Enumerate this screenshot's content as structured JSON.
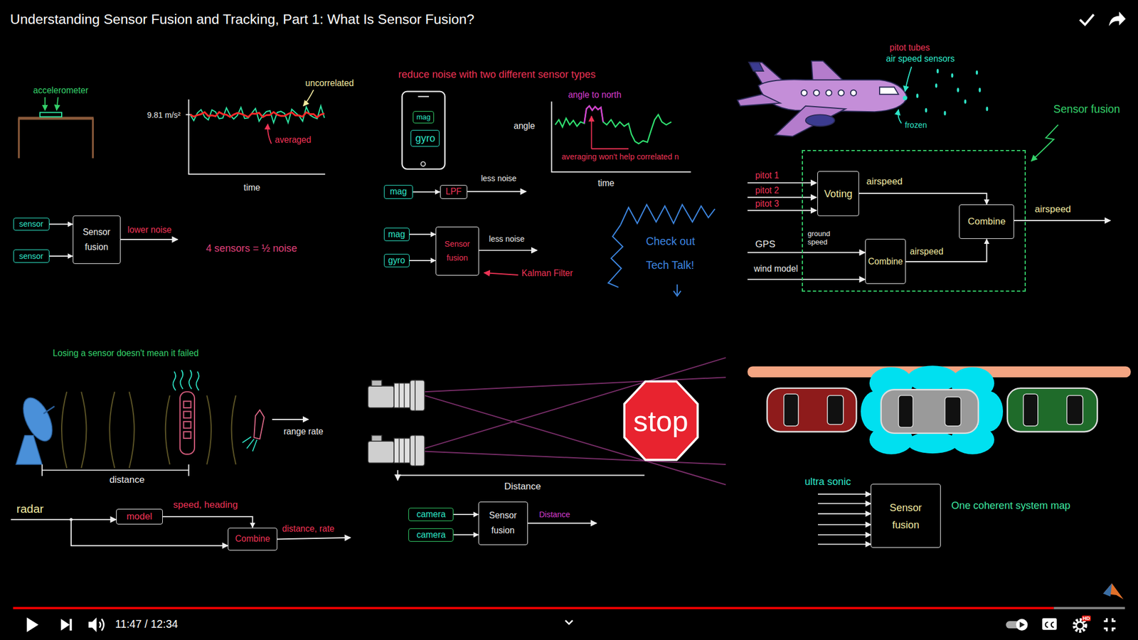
{
  "diagram": {
    "title": "Understanding Sensor Fusion and Tracking, Part 1: What Is Sensor Fusion?",
    "nodes": [
      {
        "text": [
          "sensor"
        ]
      },
      {
        "text": [
          "sensor"
        ]
      },
      {
        "text": [
          "Sensor fusion"
        ]
      },
      {
        "text": [
          "mag"
        ]
      },
      {
        "text": [
          "gyro"
        ]
      },
      {
        "text": [
          "mag"
        ]
      },
      {
        "text": [
          "LPF"
        ]
      },
      {
        "text": [
          "mag"
        ]
      },
      {
        "text": [
          "gyro"
        ]
      },
      {
        "text": [
          "Sensor fusion"
        ]
      },
      {
        "text": [
          "Check out Tech Talk!"
        ]
      },
      {
        "text": [
          "Sensor fusion"
        ]
      },
      {
        "text": [
          "Voting"
        ],
        "in": 11
      },
      {
        "text": [
          "Combine"
        ],
        "in": 11
      },
      {
        "text": [
          "Combine"
        ],
        "in": 11
      },
      {
        "text": [
          "model"
        ]
      },
      {
        "text": [
          "Combine"
        ]
      },
      {
        "text": [
          "stop"
        ]
      },
      {
        "text": [
          "camera"
        ]
      },
      {
        "text": [
          "camera"
        ]
      },
      {
        "text": [
          "Sensor fusion"
        ]
      },
      {
        "text": [
          "Sensor fusion"
        ]
      }
    ],
    "edges": [
      {
        "from": 0,
        "to": 2,
        "arrow": "to"
      },
      {
        "from": 1,
        "to": 2,
        "arrow": "to"
      },
      {
        "from": 5,
        "to": 6,
        "arrow": "to"
      },
      {
        "from": 7,
        "to": 9,
        "arrow": "to"
      },
      {
        "from": 8,
        "to": 9,
        "arrow": "to"
      },
      {
        "from": 12,
        "to": 13,
        "label": "airspeed",
        "arrow": "to"
      },
      {
        "from": 14,
        "to": 13,
        "label": "airspeed",
        "arrow": "to"
      },
      {
        "from": 15,
        "to": 16,
        "label": "speed, heading",
        "arrow": "to"
      },
      {
        "from": 18,
        "to": 20,
        "arrow": "to"
      },
      {
        "from": 19,
        "to": 20,
        "arrow": "to"
      }
    ],
    "labels": [
      "accelerometer",
      "9.81 m/s²",
      "uncorrelated",
      "averaged",
      "time",
      "lower noise",
      "4 sensors = ½ noise",
      "reduce noise with two different sensor types",
      "angle to north",
      "angle",
      "averaging won't help correlated n",
      "time",
      "less noise",
      "less noise",
      "Kalman Filter",
      "pitot tubes",
      "air speed sensors",
      "frozen",
      "pitot 1",
      "pitot 2",
      "pitot 3",
      "airspeed",
      "ground speed",
      "GPS",
      "wind model",
      "Losing a sensor doesn't mean it failed",
      "range rate",
      "distance",
      "radar",
      "distance, rate",
      "Distance",
      "Distance",
      "ultra sonic",
      "One coherent system map",
      "11:47 / 12:34",
      "HD"
    ]
  }
}
